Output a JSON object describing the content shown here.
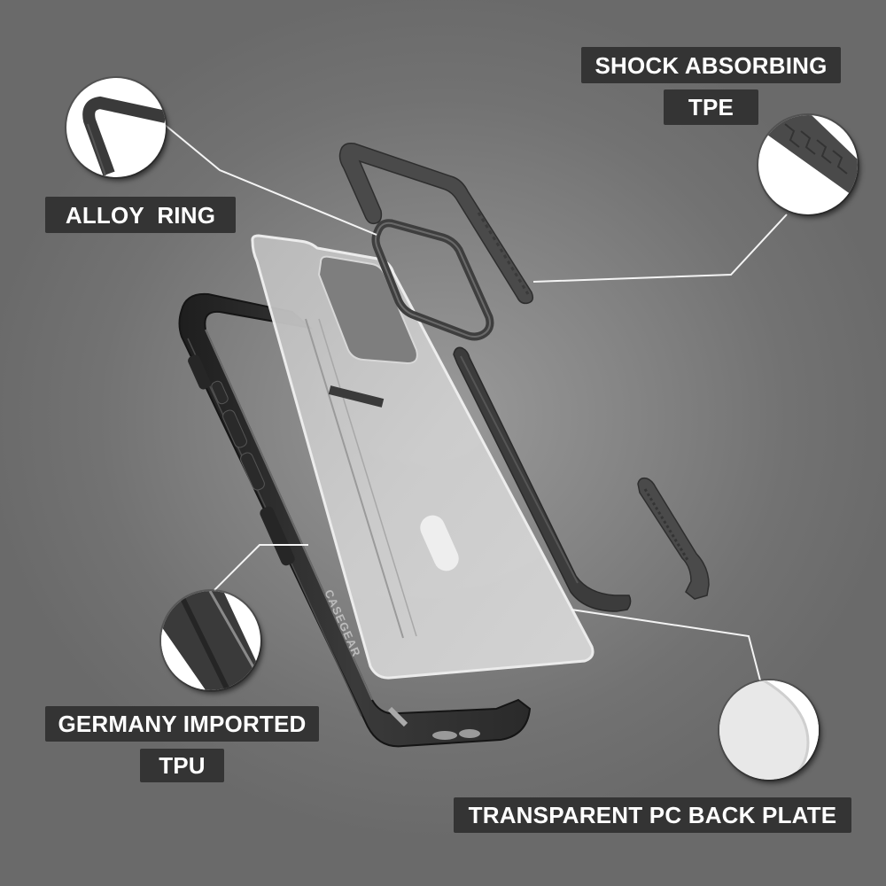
{
  "infographic": {
    "brand_imprint": "CASEGEAR",
    "background_color": "#7a7a7a",
    "label_bg_color": "#343434",
    "label_text_color": "#ffffff",
    "callouts": {
      "alloy_ring": {
        "line1": "ALLOY  RING",
        "detail_icon": "alloy-ring-corner-icon"
      },
      "shock_absorbing": {
        "line1": "SHOCK ABSORBING",
        "line2": "TPE",
        "detail_icon": "tpe-texture-icon"
      },
      "germany_tpu": {
        "line1": "GERMANY IMPORTED",
        "line2": "TPU",
        "detail_icon": "tpu-frame-edge-icon"
      },
      "pc_back_plate": {
        "line1": "TRANSPARENT PC BACK PLATE",
        "detail_icon": "pc-plate-corner-icon"
      }
    }
  }
}
